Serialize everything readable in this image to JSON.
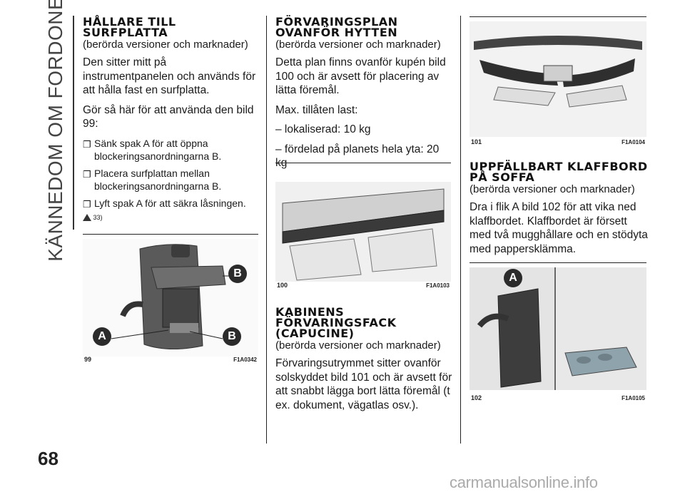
{
  "side_title": "KÄNNEDOM OM FORDONET",
  "page_number": "68",
  "col1": {
    "heading": "HÅLLARE TILL SURFPLATTA",
    "subheading": "(berörda versioner och marknader)",
    "p1": "Den sitter mitt på instrumentpanelen och används för att hålla fast en surfplatta.",
    "p2": "Gör så här för att använda den bild 99:",
    "bullets": [
      "Sänk spak A för att öppna blockeringsanordningarna B.",
      "Placera surfplattan mellan blockeringsanordningarna B.",
      "Lyft spak A för att säkra låsningen."
    ],
    "warning_ref": "33)",
    "fig": {
      "number": "99",
      "code": "F1A0342",
      "labels": [
        "B",
        "A",
        "B"
      ]
    }
  },
  "col2": {
    "heading": "FÖRVARINGSPLAN OVANFÖR HYTTEN",
    "subheading": "(berörda versioner och marknader)",
    "p1": "Detta plan finns ovanför kupén bild 100 och är avsett för placering av lätta föremål.",
    "p2": "Max. tillåten last:",
    "p3": "– lokaliserad: 10 kg",
    "p4": "– fördelad på planets hela yta: 20 kg",
    "fig": {
      "number": "100",
      "code": "F1A0103"
    },
    "heading2": "KABINENS FÖRVARINGSFACK (CAPUCINE)",
    "subheading2": "(berörda versioner och marknader)",
    "p5": "Förvaringsutrymmet sitter ovanför solskyddet bild 101 och är avsett för att snabbt lägga bort lätta föremål (t ex. dokument, vägatlas osv.)."
  },
  "col3": {
    "fig1": {
      "number": "101",
      "code": "F1A0104"
    },
    "heading": "UPPFÄLLBART KLAFFBORD PÅ SOFFA",
    "subheading": "(berörda versioner och marknader)",
    "p1": "Dra i flik A bild 102 för att vika ned klaffbordet. Klaffbordet är försett med två mugghållare och en stödyta med pappersklämma.",
    "fig2": {
      "number": "102",
      "code": "F1A0105",
      "label": "A"
    }
  },
  "footer": "carmanualsonline.info"
}
